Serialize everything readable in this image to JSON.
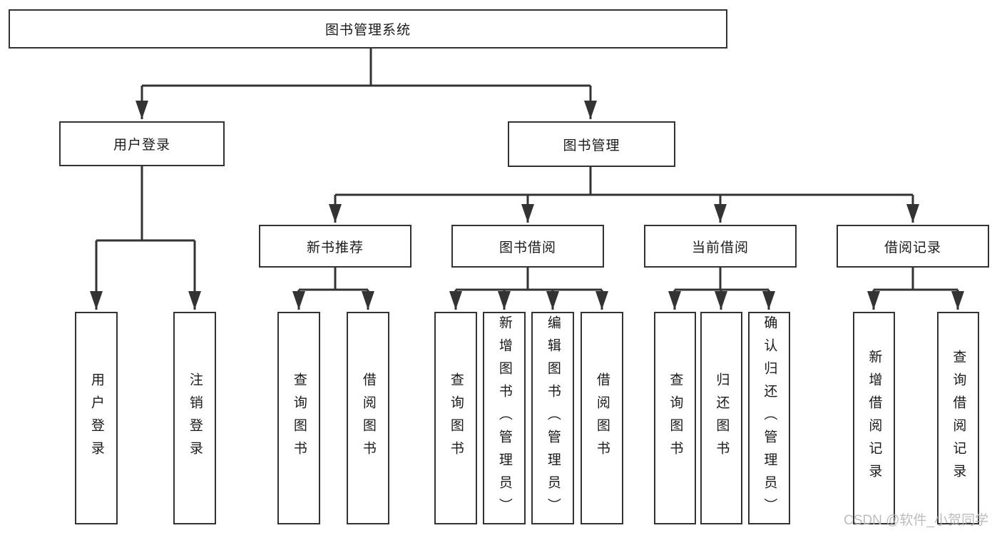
{
  "diagram": {
    "root": {
      "label": "图书管理系统"
    },
    "level2": {
      "user_login": {
        "label": "用户登录"
      },
      "book_management": {
        "label": "图书管理"
      }
    },
    "level3": {
      "new_book_recommend": {
        "label": "新书推荐"
      },
      "book_borrow": {
        "label": "图书借阅"
      },
      "current_borrow": {
        "label": "当前借阅"
      },
      "borrow_records": {
        "label": "借阅记录"
      }
    },
    "level4": {
      "user_login": [
        {
          "label": "用户登录"
        },
        {
          "label": "注销登录"
        }
      ],
      "new_book_recommend": [
        {
          "label": "查询图书"
        },
        {
          "label": "借阅图书"
        }
      ],
      "book_borrow": [
        {
          "label": "查询图书"
        },
        {
          "label": "新增图书（管理员）"
        },
        {
          "label": "编辑图书（管理员）"
        },
        {
          "label": "借阅图书"
        }
      ],
      "current_borrow": [
        {
          "label": "查询图书"
        },
        {
          "label": "归还图书"
        },
        {
          "label": "确认归还（管理员）"
        }
      ],
      "borrow_records": [
        {
          "label": "新增借阅记录"
        },
        {
          "label": "查询借阅记录"
        }
      ]
    }
  },
  "watermark": {
    "text": "CSDN @软件_小贺同学"
  },
  "colors": {
    "line": "#333333",
    "box_border": "#333333",
    "text": "#1a1a1a",
    "watermark": "#b5b5b5",
    "background": "#ffffff"
  }
}
